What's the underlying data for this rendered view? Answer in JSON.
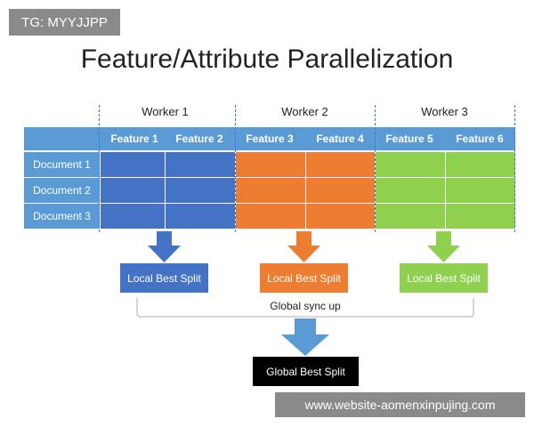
{
  "badge": "TG: MYYJJPP",
  "title": "Feature/Attribute Parallelization",
  "workers": [
    "Worker 1",
    "Worker 2",
    "Worker 3"
  ],
  "features": [
    "Feature 1",
    "Feature 2",
    "Feature 3",
    "Feature 4",
    "Feature 5",
    "Feature 6"
  ],
  "documents": [
    "Document 1",
    "Document 2",
    "Document 3"
  ],
  "local_split": "Local Best Split",
  "sync": "Global sync up",
  "global_split": "Global Best Split",
  "watermark": "www.website-aomenxinpujing.com",
  "colors": {
    "header": "#5b9bd5",
    "worker1": "#4472c4",
    "worker2": "#ed7d31",
    "worker3": "#8fd14f",
    "global": "#000000"
  }
}
